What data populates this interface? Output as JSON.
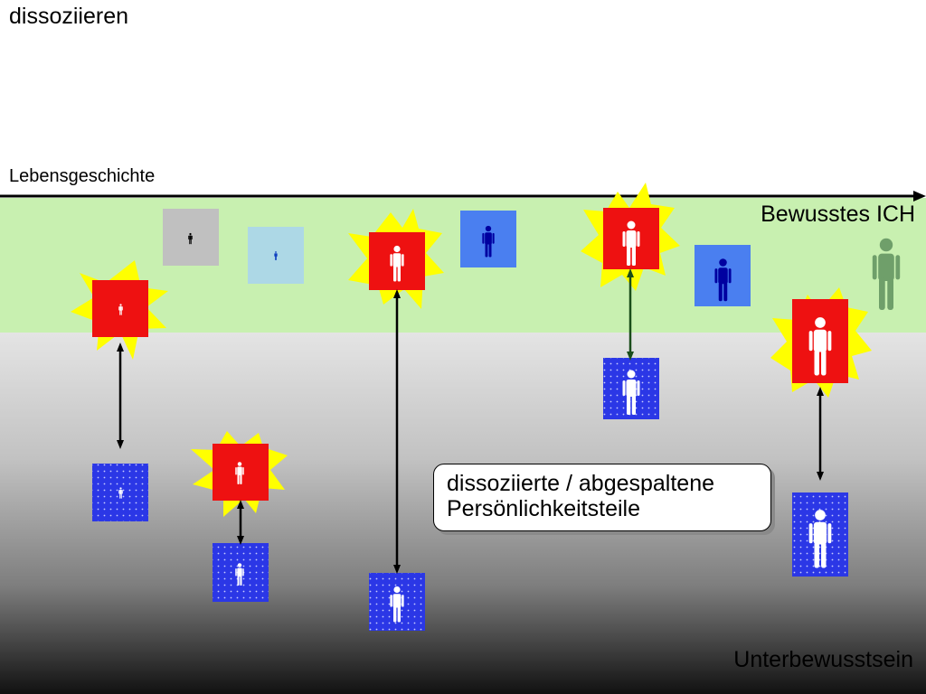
{
  "title": "dissoziieren",
  "lifeline_label": "Lebensgeschichte",
  "conscious_label": "Bewusstes ICH",
  "unconscious_label": "Unterbewusstsein",
  "callout": {
    "line1": "dissoziierte / abgespaltene",
    "line2": "Persönlichkeitsteile"
  },
  "colors": {
    "conscious_zone": "#c8f0b0",
    "trauma_box": "#ee1111",
    "burst": "#ffff00",
    "dissociated_box": "#2b37e6",
    "ego_figure": "#6f9f6a",
    "gray_box": "#c0c0c0",
    "light_blue_box": "#add8e6",
    "blue_box": "#4a7ff0",
    "dark_blue_figure": "#0000a0"
  },
  "icons": [
    "person-icon",
    "trauma-burst-icon",
    "double-arrow-icon",
    "timeline-arrow-icon"
  ]
}
